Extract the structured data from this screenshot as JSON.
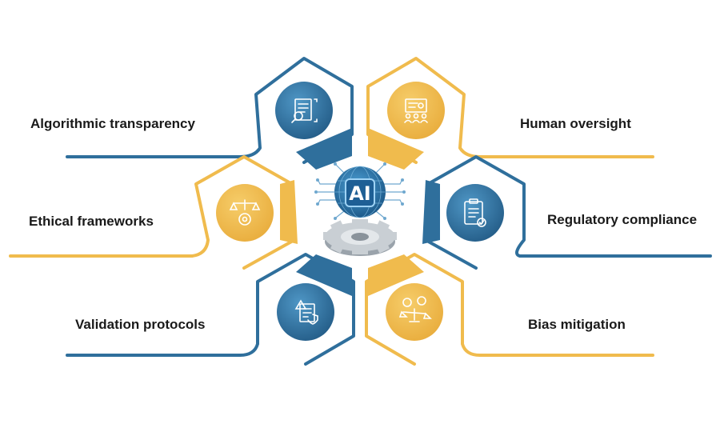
{
  "center": {
    "badge_text": "AI",
    "badge_icon": "ai-chip-globe-icon",
    "gear_icon": "gear-icon"
  },
  "colors": {
    "blue": "#2f6f9c",
    "blue_light": "#4a95c4",
    "yellow": "#f0bb4d",
    "yellow_dark": "#e3a93a",
    "text": "#1a1a1a"
  },
  "items": [
    {
      "id": "algorithmic-transparency",
      "label": "Algorithmic transparency",
      "icon": "document-search-icon",
      "color": "blue"
    },
    {
      "id": "human-oversight",
      "label": "Human oversight",
      "icon": "team-monitor-icon",
      "color": "yellow"
    },
    {
      "id": "ethical-frameworks",
      "label": "Ethical frameworks",
      "icon": "scales-gear-icon",
      "color": "yellow"
    },
    {
      "id": "regulatory-compliance",
      "label": "Regulatory compliance",
      "icon": "clipboard-check-icon",
      "color": "blue"
    },
    {
      "id": "validation-protocols",
      "label": "Validation protocols",
      "icon": "checklist-shield-icon",
      "color": "blue"
    },
    {
      "id": "bias-mitigation",
      "label": "Bias mitigation",
      "icon": "balance-people-icon",
      "color": "yellow"
    }
  ]
}
